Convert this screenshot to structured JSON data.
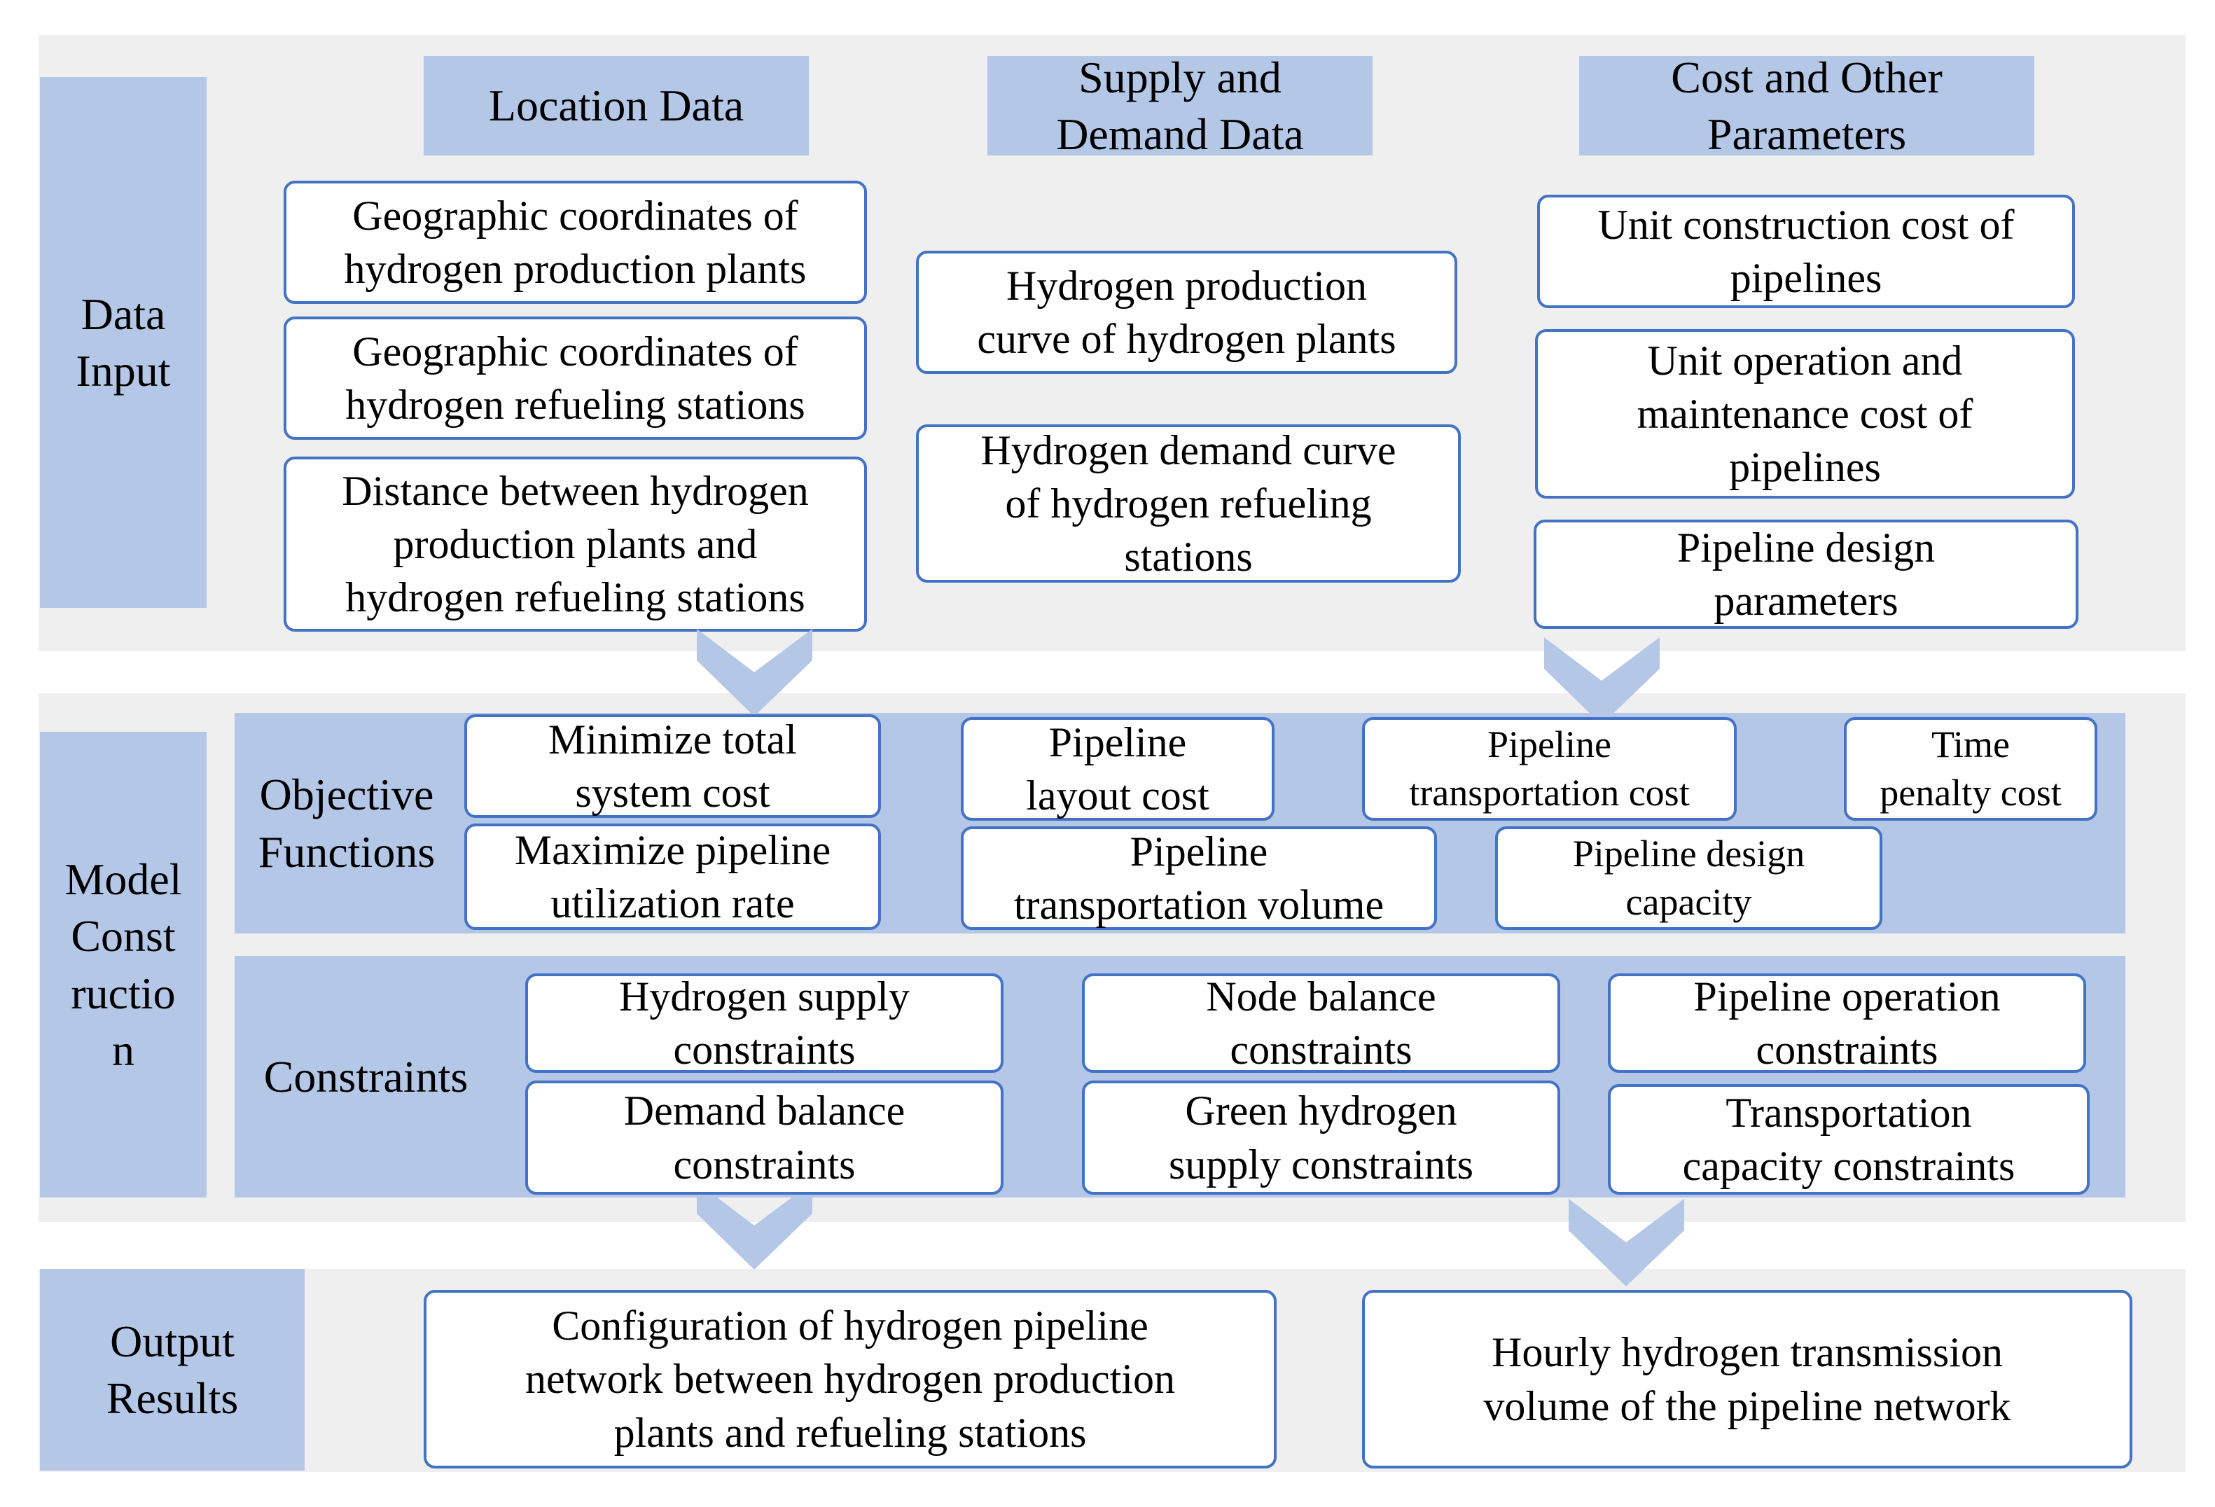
{
  "colors": {
    "panel_bg": "#efefef",
    "header_fill": "#b4c7e7",
    "box_border": "#4472c4",
    "operator_fill": "#b4c7e7"
  },
  "sections": {
    "data_input": "Data\nInput",
    "model_construction": "Model\nConst\nructio\nn",
    "output_results": "Output\nResults"
  },
  "data_input": {
    "location": {
      "header": "Location Data",
      "items": [
        "Geographic coordinates of\nhydrogen production plants",
        "Geographic coordinates of\nhydrogen refueling stations",
        "Distance between hydrogen\nproduction plants and\nhydrogen refueling stations"
      ]
    },
    "supply_demand": {
      "header": "Supply and\nDemand Data",
      "items": [
        "Hydrogen production\ncurve of hydrogen plants",
        "Hydrogen demand curve\nof hydrogen refueling\nstations"
      ]
    },
    "cost": {
      "header": "Cost and Other\nParameters",
      "items": [
        "Unit construction cost of\npipelines",
        "Unit operation and\nmaintenance cost of\npipelines",
        "Pipeline design\nparameters"
      ]
    }
  },
  "objective_functions": {
    "label": "Objective\nFunctions",
    "row1": {
      "lhs": "Minimize total\nsystem cost",
      "op_eq": "equals-icon",
      "t1": "Pipeline\nlayout cost",
      "op_plus1": "plus-icon",
      "t2": "Pipeline\ntransportation cost",
      "op_plus2": "plus-icon",
      "t3": "Time\npenalty cost"
    },
    "row2": {
      "lhs": "Maximize pipeline\nutilization rate",
      "op_eq": "equals-icon",
      "t1": "Pipeline\ntransportation volume",
      "op_div": "divide-icon",
      "t2": "Pipeline design\ncapacity"
    }
  },
  "constraints": {
    "label": "Constraints",
    "items": [
      "Hydrogen supply\nconstraints",
      "Demand balance\nconstraints",
      "Node balance\nconstraints",
      "Green hydrogen\nsupply constraints",
      "Pipeline operation\nconstraints",
      "Transportation\ncapacity constraints"
    ]
  },
  "outputs": {
    "items": [
      "Configuration of hydrogen pipeline\nnetwork between hydrogen production\nplants and refueling stations",
      "Hourly hydrogen transmission\nvolume of the pipeline network"
    ]
  },
  "arrows": [
    "chevron-down-icon",
    "chevron-down-icon",
    "chevron-down-icon",
    "chevron-down-icon"
  ]
}
